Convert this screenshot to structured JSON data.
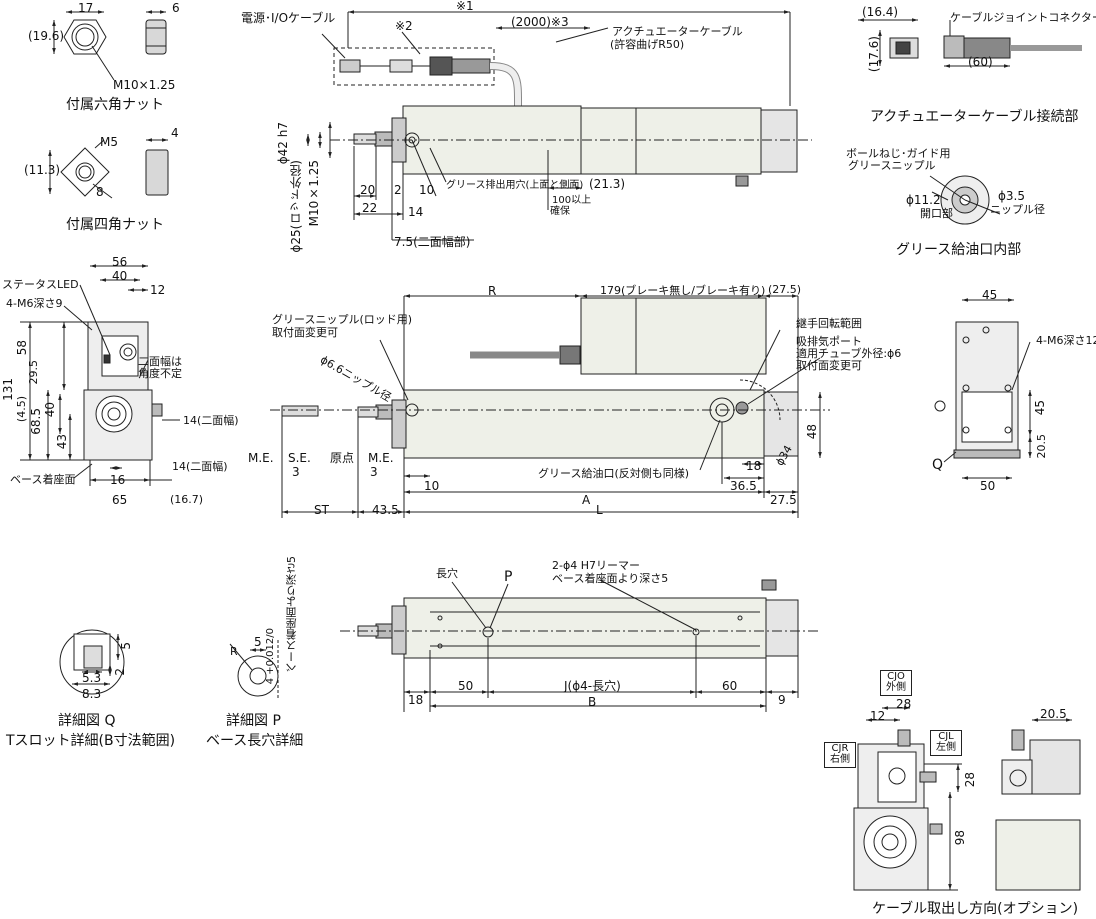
{
  "captions": {
    "hex_nut": "付属六角ナット",
    "square_nut": "付属四角ナット",
    "cable_joint": "アクチュエーターケーブル接続部",
    "grease_port_inner": "グリース給油口内部",
    "detail_q": "詳細図 Q",
    "detail_q_sub": "Tスロット詳細(B寸法範囲)",
    "detail_p": "詳細図 P",
    "detail_p_sub": "ベース長穴詳細",
    "cable_direction": "ケーブル取出し方向(オプション)"
  },
  "hex_nut": {
    "w": "17",
    "h": "(19.6)",
    "t": "6",
    "thread": "M10×1.25"
  },
  "square_nut": {
    "m": "M5",
    "w": "8",
    "h": "(11.3)",
    "t": "4"
  },
  "top_view": {
    "power_cable": "電源･I/Oケーブル",
    "note1": "※1",
    "note2": "※2",
    "cable_len": "(2000)※3",
    "act_cable": "アクチュエーターケーブル",
    "act_cable_bend": "(許容曲げR50)",
    "rod_dia": "ϕ42 h7",
    "rod_thread": "M10×1.25",
    "rod_outer": "ϕ25(ロッド外径)",
    "d20": "20",
    "d2": "2",
    "d10": "10",
    "d22": "22",
    "d14": "14",
    "grease_hole": "グリース排出用穴(上面と側面)",
    "d213": "(21.3)",
    "clear": "100以上",
    "clear2": "確保",
    "flat": "7.5(二面幅部)"
  },
  "cable_joint": {
    "d164": "(16.4)",
    "d176": "(17.6)",
    "d60": "(60)",
    "connector": "ケーブルジョイントコネクター"
  },
  "grease_port": {
    "nipple_label": "ボールねじ･ガイド用",
    "nipple_label2": "グリースニップル",
    "d112": "ϕ11.2",
    "open": "開口部",
    "d35": "ϕ3.5",
    "nipple_dia": "ニップル径"
  },
  "end_view": {
    "status_led": "ステータスLED",
    "tap": "4-M6深さ9",
    "d56": "56",
    "d40": "40",
    "d12": "12",
    "d58": "58",
    "d295": "29.5",
    "d131": "131",
    "d45": "(4.5)",
    "d685": "68.5",
    "d40b": "40",
    "d43": "43",
    "flat_note": "二面幅は",
    "flat_note2": "角度不定",
    "flat14a": "14(二面幅)",
    "flat14b": "14(二面幅)",
    "base": "ベース着座面",
    "d16": "16",
    "d65": "65",
    "d167": "(16.7)"
  },
  "side_view": {
    "R": "R",
    "d179": "179(ブレーキ無し/ブレーキ有り)",
    "d275a": "(27.5)",
    "nipple_rod": "グリースニップル(ロッド用)",
    "nipple_rod2": "取付面変更可",
    "nipple_dia": "ϕ6.6ニップル径",
    "joint": "継手回転範囲",
    "exhaust": "吸排気ポート",
    "exhaust2": "適用チューブ外径:ϕ6",
    "exhaust3": "取付面変更可",
    "d48": "48",
    "d34": "ϕ34",
    "ME1": "M.E.",
    "SE": "S.E.",
    "three1": "3",
    "origin": "原点",
    "ME2": "M.E.",
    "three2": "3",
    "grease_inlet": "グリース給油口(反対側も同様)",
    "d18": "18",
    "d365": "36.5",
    "d10": "10",
    "A": "A",
    "d275b": "27.5",
    "ST": "ST",
    "d435": "43.5",
    "L": "L"
  },
  "right_view": {
    "d45": "45",
    "tap": "4-M6深さ12",
    "d45b": "45",
    "d205": "20.5",
    "Q": "Q",
    "d50": "50"
  },
  "bottom_view": {
    "slot": "長穴",
    "P": "P",
    "reamer": "2-ϕ4 H7リーマー",
    "reamer2": "ベース着座面より深さ5",
    "d18": "18",
    "d50": "50",
    "J": "J(ϕ4-長穴)",
    "d60": "60",
    "d9": "9",
    "B": "B"
  },
  "detail_q": {
    "d5": "5",
    "d2": "2",
    "d53": "5.3",
    "d83": "8.3"
  },
  "detail_p": {
    "d5": "5",
    "R": "R",
    "tol": "4 +0.012/0",
    "depth": "ベース着座面より深さ5"
  },
  "cable_opt": {
    "cjo": "CJO",
    "cjo2": "外側",
    "cjr": "CJR",
    "cjr2": "右側",
    "cjl": "CJL",
    "cjl2": "左側",
    "d12": "12",
    "d28": "28",
    "d28b": "28",
    "d98": "98",
    "d205": "20.5"
  }
}
